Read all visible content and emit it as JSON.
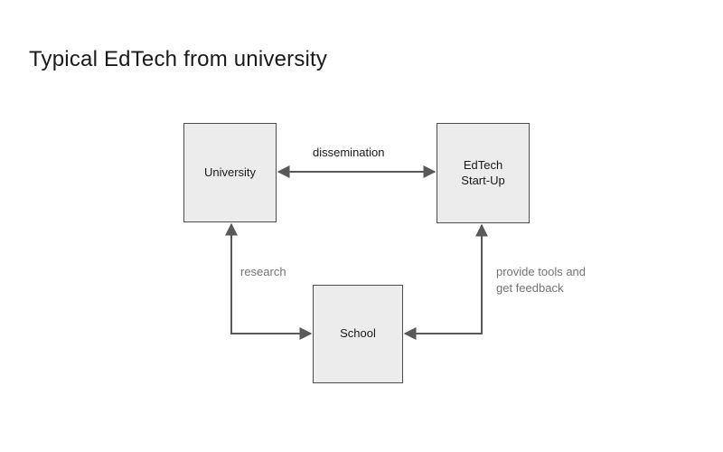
{
  "page": {
    "title": "Typical EdTech from university",
    "background_color": "#ffffff"
  },
  "diagram": {
    "type": "flow-diagram",
    "node_fill_color": "#ececec",
    "node_border_color": "#4d4d4d",
    "edge_color": "#595959",
    "muted_text_color": "#737373",
    "nodes": [
      {
        "id": "university",
        "label": "University"
      },
      {
        "id": "edtech",
        "label": "EdTech\nStart-Up"
      },
      {
        "id": "school",
        "label": "School"
      }
    ],
    "edges": [
      {
        "id": "dissemination",
        "from": "University",
        "to": "EdTech Start-Up",
        "label": "dissemination",
        "arrows": "both"
      },
      {
        "id": "research",
        "from": "School",
        "to": "University",
        "label": "research",
        "arrows": "both"
      },
      {
        "id": "provide-tools",
        "from": "School",
        "to": "EdTech Start-Up",
        "label": "provide tools and\nget feedback",
        "arrows": "both"
      }
    ]
  }
}
